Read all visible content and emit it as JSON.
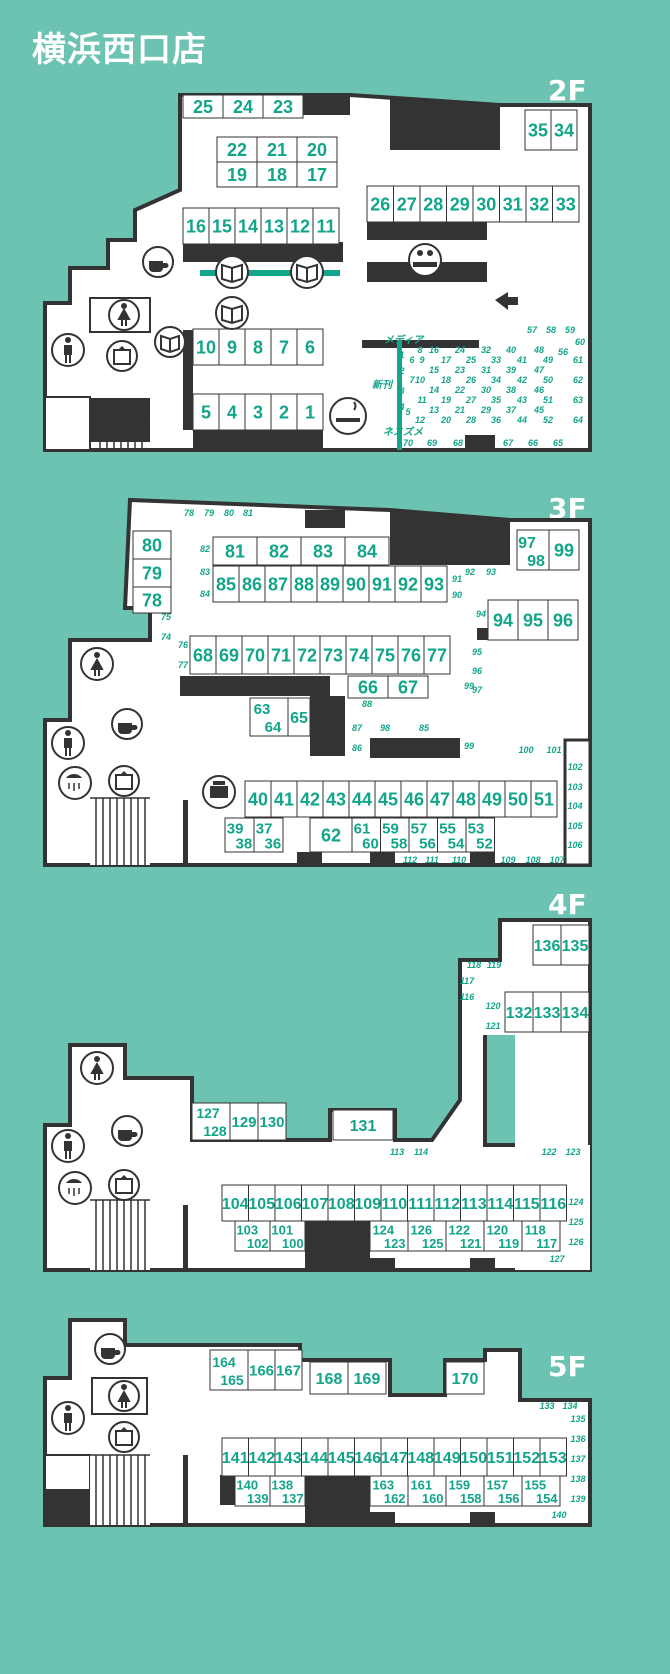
{
  "title": "横浜西口店",
  "colors": {
    "background": "#6cc3b2",
    "accent": "#12a58a",
    "wall": "#333333",
    "floor": "#ffffff"
  },
  "floors": [
    {
      "label": "2F",
      "labels": [
        "メディア",
        "新刊",
        "ネスズメ"
      ],
      "facilities": [
        "toilet-men",
        "toilet-women",
        "elevator",
        "coffee-cup",
        "book",
        "smoking",
        "reception",
        "exit-arrow"
      ]
    },
    {
      "label": "3F",
      "facilities": [
        "toilet-men",
        "toilet-women",
        "elevator",
        "coffee-cup",
        "shower",
        "copier"
      ]
    },
    {
      "label": "4F",
      "facilities": [
        "toilet-men",
        "toilet-women",
        "elevator",
        "coffee-cup",
        "shower"
      ]
    },
    {
      "label": "5F",
      "facilities": [
        "toilet-men",
        "toilet-women",
        "elevator",
        "coffee-cup"
      ]
    }
  ]
}
